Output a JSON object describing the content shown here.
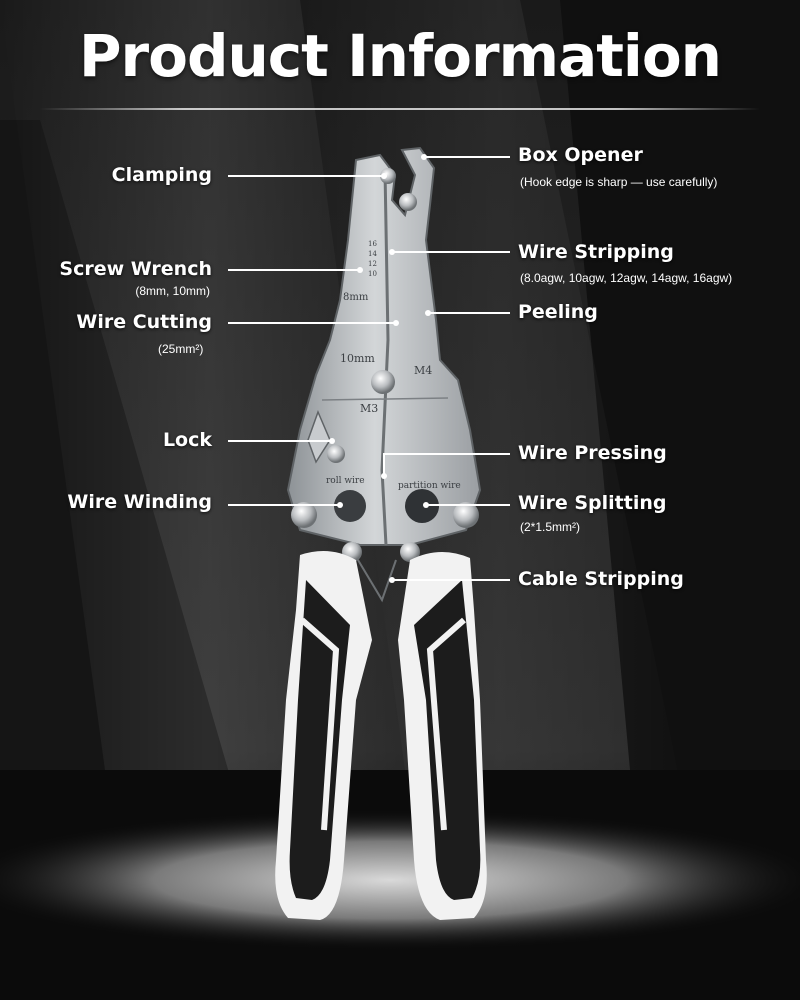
{
  "title": "Product Information",
  "labels": {
    "clamping": "Clamping",
    "screw_wrench": "Screw Wrench",
    "screw_wrench_sub": "(8mm, 10mm)",
    "wire_cutting": "Wire Cutting",
    "wire_cutting_sub": "(25mm²)",
    "lock": "Lock",
    "wire_winding": "Wire Winding",
    "box_opener": "Box Opener",
    "box_opener_sub": "(Hook edge is sharp — use carefully)",
    "wire_stripping": "Wire Stripping",
    "wire_stripping_sub": "(8.0agw, 10agw, 12agw, 14agw, 16agw)",
    "peeling": "Peeling",
    "wire_pressing": "Wire Pressing",
    "wire_splitting": "Wire Splitting",
    "wire_splitting_sub": "(2*1.5mm²)",
    "cable_stripping": "Cable Stripping"
  },
  "tool_markings": {
    "mark_10mm": "10mm",
    "mark_8mm": "8mm",
    "mark_m4": "M4",
    "mark_m3": "M3",
    "mark_roll_wire": "roll wire",
    "mark_partition_wire": "partition wire",
    "gauge_16": "16",
    "gauge_14": "14",
    "gauge_12": "12",
    "gauge_10": "10"
  },
  "colors": {
    "background": "#0d0d0d",
    "text": "#ffffff",
    "steel": "#b8bcc0",
    "handle_black": "#1c1c1c",
    "handle_white": "#f2f2f2"
  }
}
